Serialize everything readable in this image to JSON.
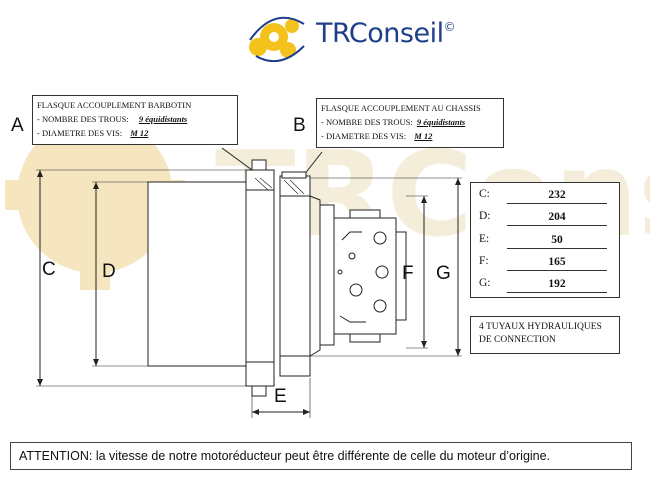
{
  "logo": {
    "name": "TRConseil",
    "symbol": "©",
    "watermark": "TRConseil©"
  },
  "callouts": {
    "a": {
      "letter": "A",
      "title": "FLASQUE ACCOUPLEMENT BARBOTIN",
      "holes_label": "- NOMBRE DES TROUS:",
      "holes_value": "9 équidistants",
      "screw_label": "- DIAMETRE DES VIS:",
      "screw_value": "M 12"
    },
    "b": {
      "letter": "B",
      "title": "FLASQUE ACCOUPLEMENT AU CHASSIS",
      "holes_label": "- NOMBRE DES TROUS:",
      "holes_value": "9 équidistants",
      "screw_label": "- DIAMETRE DES VIS:",
      "screw_value": "M 12"
    }
  },
  "drawing_labels": {
    "c": "C",
    "d": "D",
    "e": "E",
    "f": "F",
    "g": "G"
  },
  "dimensions": [
    {
      "label": "C:",
      "value": "232"
    },
    {
      "label": "D:",
      "value": "204"
    },
    {
      "label": "E:",
      "value": "50"
    },
    {
      "label": "F:",
      "value": "165"
    },
    {
      "label": "G:",
      "value": "192"
    }
  ],
  "hydraulics": {
    "line1": "4 TUYAUX HYDRAULIQUES",
    "line2": "DE CONNECTION"
  },
  "warning": "ATTENTION: la vitesse de notre motoréducteur peut être différente de celle du moteur d’origine.",
  "colors": {
    "logo_blue": "#1f3f8a",
    "logo_yellow": "#f3c21b",
    "watermark": "#f4e3b5",
    "line": "#222222"
  }
}
